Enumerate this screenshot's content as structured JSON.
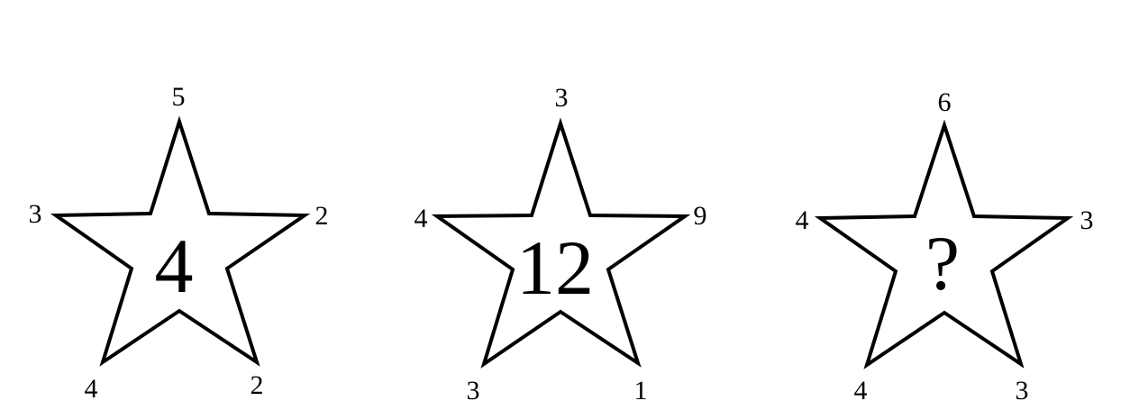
{
  "puzzle": {
    "stars": [
      {
        "tips": {
          "top": "5",
          "left": "3",
          "right": "2",
          "bottom_left": "4",
          "bottom_right": "2"
        },
        "center": "4"
      },
      {
        "tips": {
          "top": "3",
          "left": "4",
          "right": "9",
          "bottom_left": "3",
          "bottom_right": "1"
        },
        "center": "12"
      },
      {
        "tips": {
          "top": "6",
          "left": "4",
          "right": "3",
          "bottom_left": "4",
          "bottom_right": "3"
        },
        "center": "?"
      }
    ]
  }
}
